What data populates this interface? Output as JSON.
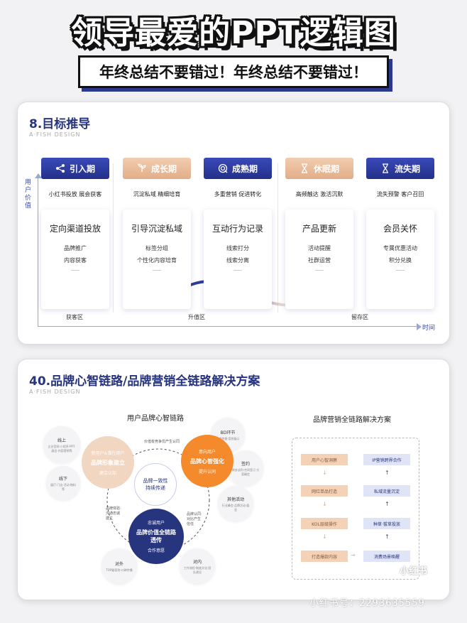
{
  "header": {
    "headline": "领导最爱的PPT逻辑图",
    "banner": "年终总结不要错过！年终总结不要错过！"
  },
  "card1": {
    "title": "8.目标推导",
    "subtitle": "A·FISH DESIGN",
    "y_axis_label": "用户价值",
    "x_axis_label": "时间",
    "stages": [
      {
        "label": "引入期",
        "icon": "share-icon",
        "tag": "小红书投放  展会获客",
        "card_title": "定向渠道投放",
        "items": [
          "品牌推广",
          "内容获客"
        ]
      },
      {
        "label": "成长期",
        "icon": "growth-icon",
        "tag": "沉淀私域  精细培育",
        "card_title": "引导沉淀私域",
        "items": [
          "标签分组",
          "个性化内容培育"
        ]
      },
      {
        "label": "成熟期",
        "icon": "target-icon",
        "tag": "多重营销  促进转化",
        "card_title": "互动行为记录",
        "items": [
          "线索打分",
          "线索分离"
        ]
      },
      {
        "label": "休眠期",
        "icon": "hourglass-icon",
        "tag": "高频触达  激活沉默",
        "card_title": "产品更新",
        "items": [
          "活动提醒",
          "社群运营"
        ]
      },
      {
        "label": "流失期",
        "icon": "hourglass-icon",
        "tag": "流失预警  客户召回",
        "card_title": "会员关怀",
        "items": [
          "专属优惠活动",
          "积分兑换"
        ]
      }
    ],
    "zones": [
      "获客区",
      "升值区",
      "留存区"
    ],
    "colors": {
      "blue": "#27347e",
      "peach": "#e2ad87"
    }
  },
  "card2": {
    "title": "40.品牌心智链路/品牌营销全链路解决方案",
    "subtitle": "A·FISH DESIGN",
    "left_title": "用户品牌心智链路",
    "right_title": "品牌营销全链路解决方案",
    "center_bubble": "品牌一致性持续传递",
    "main_bubbles": [
      {
        "top": "新用户&潜在用户",
        "main": "品牌形象建立",
        "bottom": "建立认知"
      },
      {
        "top": "意向用户",
        "main": "品牌心智强化",
        "bottom": "提升认同"
      },
      {
        "top": "忠诚用户",
        "main": "品牌价值全链路透传",
        "bottom": "合作意愿"
      }
    ],
    "arrow_labels": [
      "价值有竞争优产生认同",
      "品牌认同·对比产生信任",
      "品牌体验·沟通忠诚建立"
    ],
    "gray_bubbles": [
      {
        "h": "线上",
        "b": "企业官网·小程序·PPT·展会·内容营销等"
      },
      {
        "h": "线下",
        "b": "展厅·门店·活动·物料等"
      },
      {
        "h": "BD环节",
        "b": "需求挖掘·案例展示"
      },
      {
        "h": "签约",
        "b": "商务谈判·合同签订·方案确定"
      },
      {
        "h": "其他活动",
        "b": "行业峰会·品牌活动·展会"
      },
      {
        "h": "对外",
        "b": "TOP级案例·口碑传播"
      },
      {
        "h": "对内",
        "b": "工作流程·制度文化·团队建设"
      }
    ],
    "left_steps": [
      "用户心智洞察",
      "网红单品打造",
      "KOL层级操作",
      "打造爆款内容"
    ],
    "right_steps": [
      "IP营销跨界合作",
      "私域流量沉淀",
      "种草·拔草投放",
      "消费场景唤醒"
    ]
  },
  "watermark": {
    "logo": "小红书",
    "text": "小红书号：2293635559"
  }
}
